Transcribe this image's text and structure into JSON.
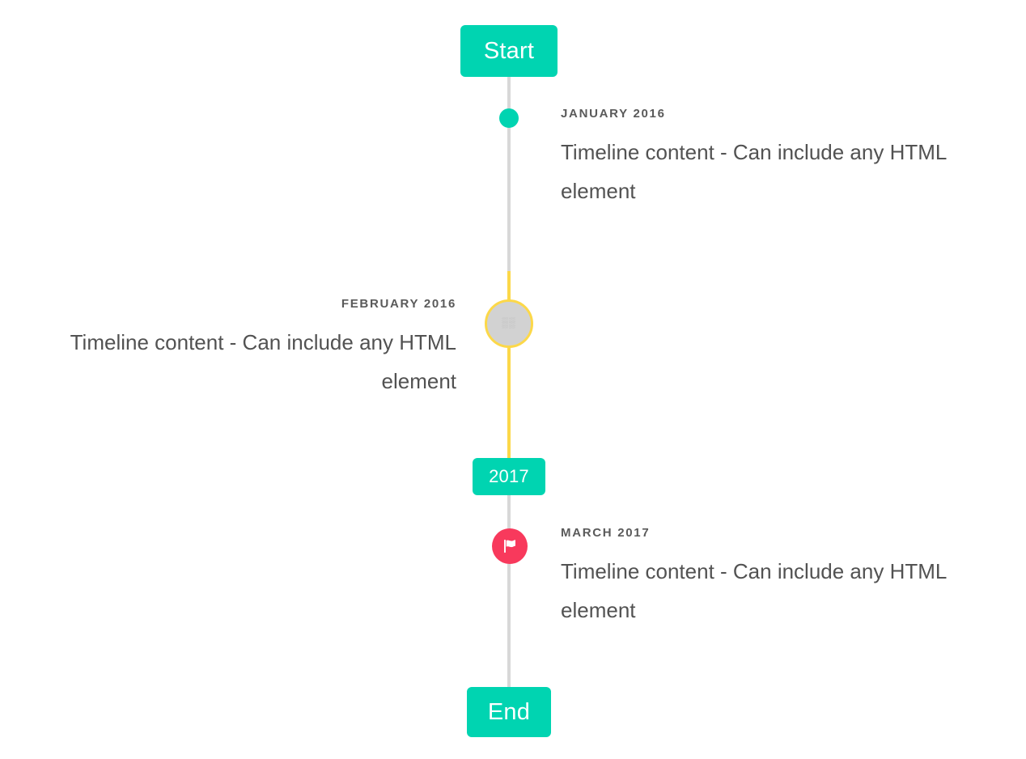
{
  "theme": {
    "background": "#ffffff",
    "accent_teal": "#00d4b1",
    "accent_yellow": "#fcd849",
    "accent_pink": "#f8395c",
    "line_gray": "#d8d8d8",
    "marker_gray": "#d2d2d2",
    "text_dark": "#525252",
    "text_label": "#5a5a5a"
  },
  "timeline": {
    "start_badge": {
      "label": "Start"
    },
    "year_badge": {
      "label": "2017"
    },
    "end_badge": {
      "label": "End"
    },
    "entries": [
      {
        "date": "JANUARY 2016",
        "content": "Timeline content - Can include any HTML element",
        "side": "right",
        "marker": "dot-icon",
        "marker_color": "#00d4b1"
      },
      {
        "date": "FEBRUARY 2016",
        "content": "Timeline content - Can include any HTML element",
        "side": "left",
        "marker": "missing-glyph-icon",
        "marker_color": "#d2d2d2",
        "marker_ring_color": "#fcd849",
        "marker_glyph": "\u0000\u0000"
      },
      {
        "date": "MARCH 2017",
        "content": "Timeline content - Can include any HTML element",
        "side": "right",
        "marker": "flag-icon",
        "marker_color": "#f8395c"
      }
    ]
  }
}
